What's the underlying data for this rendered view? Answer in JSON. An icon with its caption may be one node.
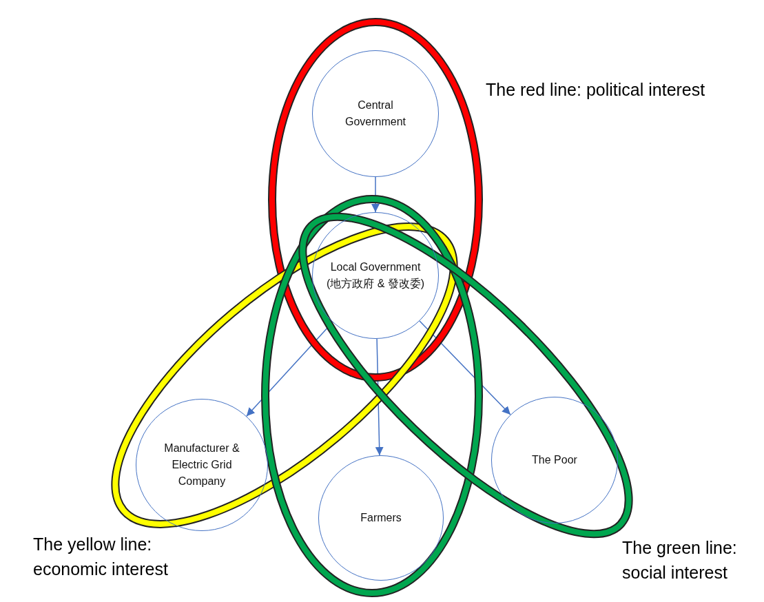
{
  "diagram": {
    "nodes": [
      {
        "text": [
          "Central Government"
        ]
      },
      {
        "text": [
          "Local Government (地方政府 & 發改委)"
        ]
      },
      {
        "text": [
          "Manufacturer & Electric Grid Company"
        ]
      },
      {
        "text": [
          "Farmers"
        ]
      },
      {
        "text": [
          "The Poor"
        ]
      }
    ],
    "edges": [
      {
        "from": 0,
        "to": 1,
        "arrow": "to"
      },
      {
        "from": 1,
        "to": 2,
        "arrow": "to"
      },
      {
        "from": 1,
        "to": 3,
        "arrow": "to"
      },
      {
        "from": 1,
        "to": 4,
        "arrow": "to"
      }
    ],
    "labels": [
      "The red line: political interest",
      "The yellow line: economic interest",
      "The green line: social interest"
    ]
  }
}
